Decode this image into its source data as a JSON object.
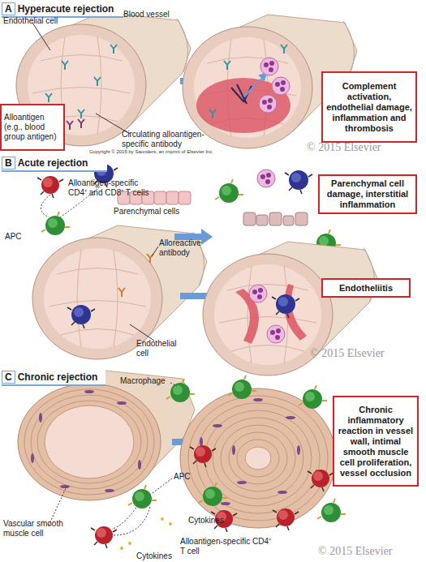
{
  "diagram": {
    "nodes": [
      {
        "text": [
          "A",
          "Hyperacute rejection"
        ]
      },
      {
        "text": [
          "Complement activation, endothelial damage, inflammation and thrombosis"
        ]
      },
      {
        "text": [
          "Alloantigen (e.g., blood group antigen)"
        ]
      },
      {
        "text": [
          "B",
          "Acute rejection"
        ]
      },
      {
        "text": [
          "Parenchymal cell damage, interstitial inflammation"
        ]
      },
      {
        "text": [
          "Endotheliitis"
        ]
      },
      {
        "text": [
          "C",
          "Chronic rejection"
        ]
      },
      {
        "text": [
          "Chronic inflammatory reaction in vessel wall, intimal smooth muscle cell proliferation, vessel occlusion"
        ]
      }
    ],
    "labels": [
      "Endothelial cell",
      "Blood vessel",
      "Circulating alloantigen-specific antibody",
      "Copyright © 2015 by Saunders, an imprint of Elsevier Inc.",
      "© 2015 Elsevier",
      "Alloantigen-specific CD4⁺ and CD8⁺ T cells",
      "APC",
      "Parenchymal cells",
      "Alloreactive antibody",
      "Endothelial cell",
      "© 2015 Elsevier",
      "Macrophage",
      "APC",
      "Vascular smooth muscle cell",
      "Cytokines",
      "Cytokines",
      "Alloantigen-specific CD4⁺ T cell",
      "© 2015 Elsevier"
    ]
  }
}
